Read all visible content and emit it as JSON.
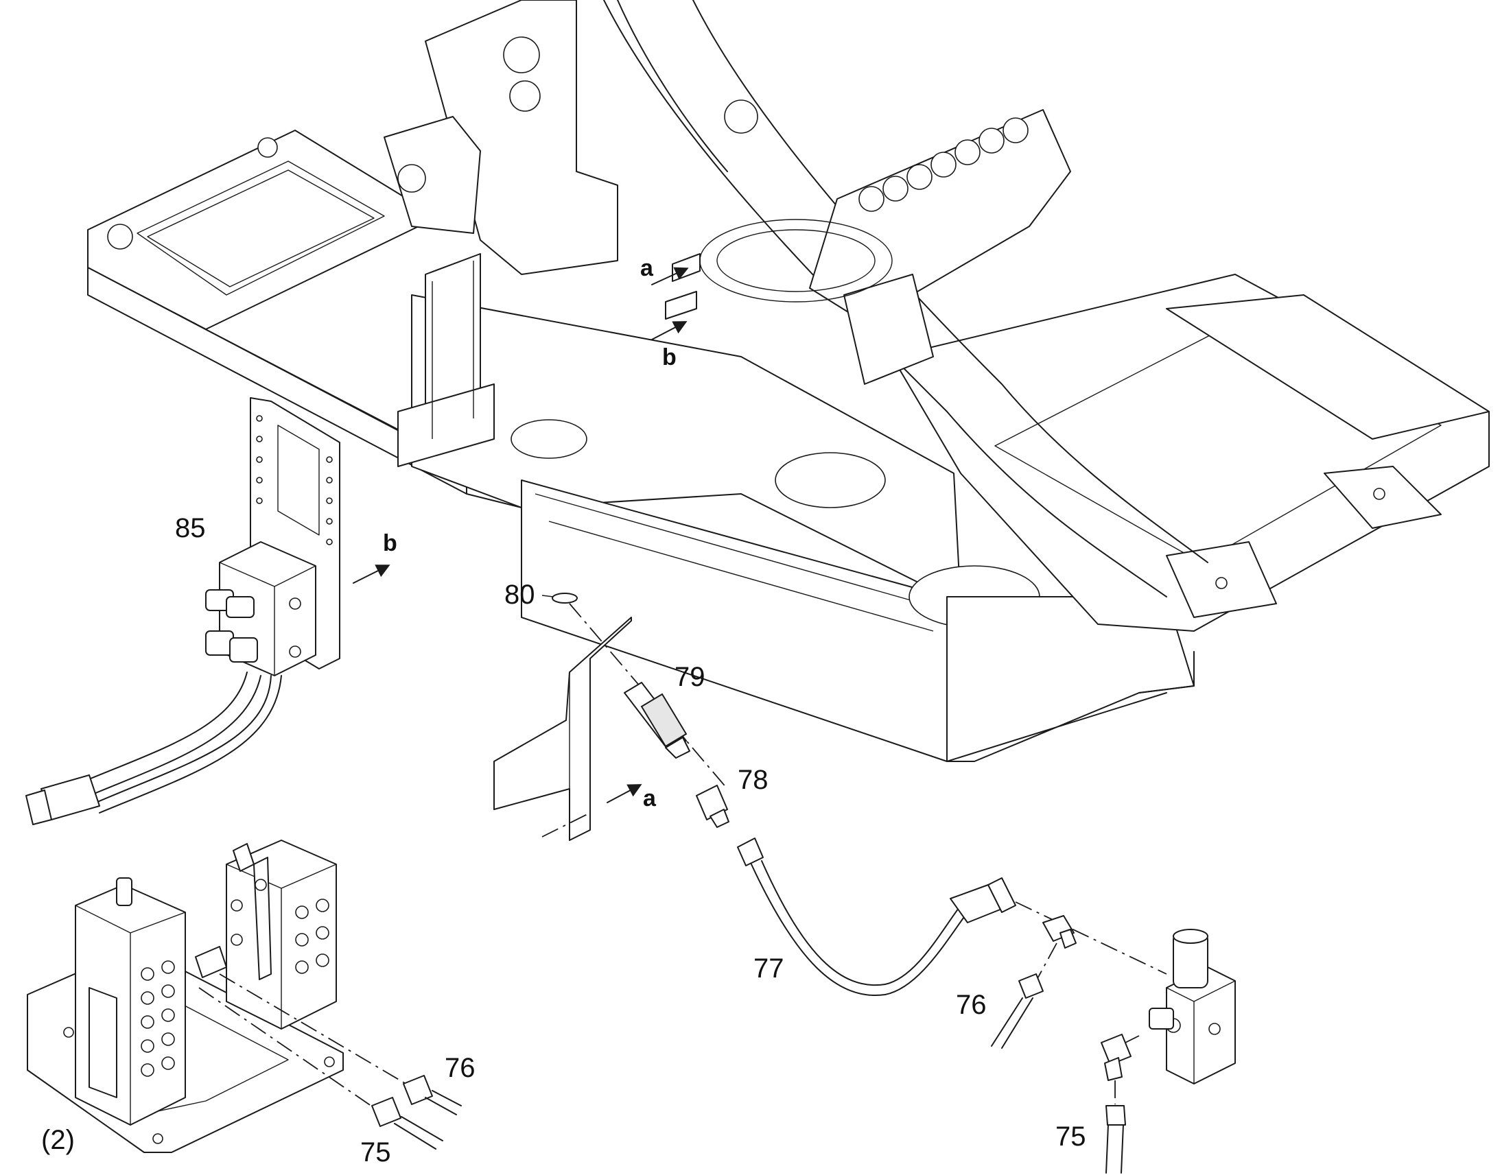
{
  "callouts": {
    "c75a": "75",
    "c75b": "75",
    "c76a": "76",
    "c76b": "76",
    "c77": "77",
    "c78": "78",
    "c79": "79",
    "c80": "80",
    "c85": "85",
    "c2": "(2)"
  },
  "view_refs": {
    "a_top": "a",
    "b_top": "b",
    "a_bracket": "a",
    "b_valve": "b"
  }
}
